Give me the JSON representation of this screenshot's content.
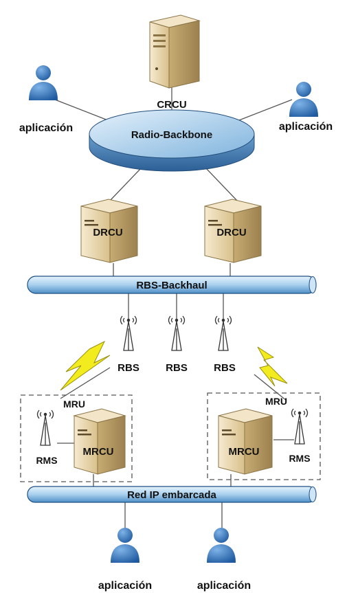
{
  "diagram": {
    "central_server": {
      "label": "CRCU"
    },
    "backbone": {
      "label": "Radio-Backbone"
    },
    "top_users": [
      {
        "label": "aplicación"
      },
      {
        "label": "aplicación"
      }
    ],
    "distribution_servers": [
      {
        "label": "DRCU"
      },
      {
        "label": "DRCU"
      }
    ],
    "backhaul": {
      "label": "RBS-Backhaul"
    },
    "base_stations": [
      {
        "label": "RBS"
      },
      {
        "label": "RBS"
      },
      {
        "label": "RBS"
      }
    ],
    "mobile_units": [
      {
        "group_label": "MRU",
        "server_label": "MRCU",
        "station_label": "RMS"
      },
      {
        "group_label": "MRU",
        "server_label": "MRCU",
        "station_label": "RMS"
      }
    ],
    "onboard_network": {
      "label": "Red IP embarcada"
    },
    "bottom_users": [
      {
        "label": "aplicación"
      },
      {
        "label": "aplicación"
      }
    ],
    "colors": {
      "bus": "#a9d0ee",
      "bus_stroke": "#1b4f82",
      "server": "#e9d7ad",
      "server_dark": "#a88f5c",
      "person": "#2f6fb8",
      "lightning": "#f2ec1e"
    }
  }
}
